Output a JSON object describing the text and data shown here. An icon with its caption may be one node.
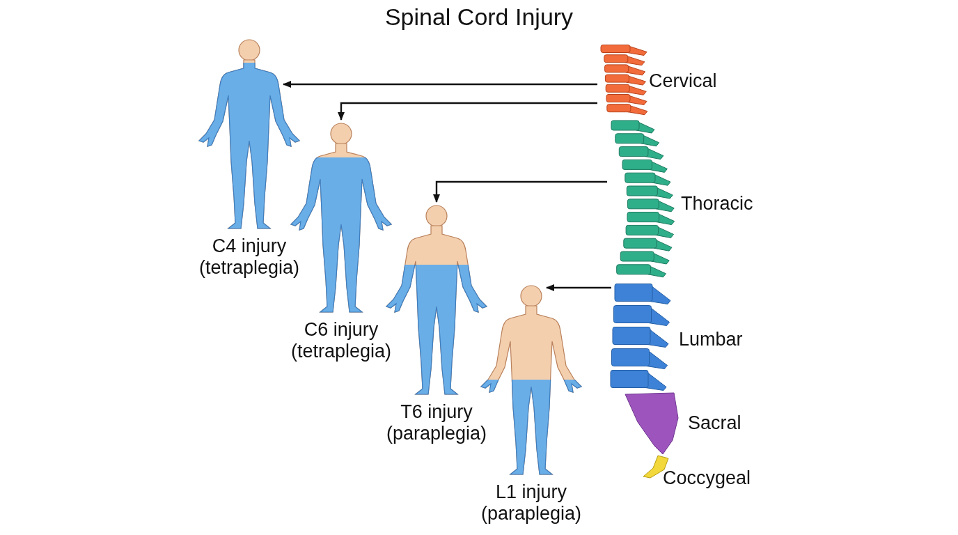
{
  "diagram": {
    "title": "Spinal Cord Injury",
    "nodes": [
      {
        "text": [
          "C4 injury (tetraplegia)"
        ]
      },
      {
        "text": [
          "C6 injury (tetraplegia)"
        ]
      },
      {
        "text": [
          "T6 injury (paraplegia)"
        ]
      },
      {
        "text": [
          "L1 injury (paraplegia)"
        ]
      },
      {
        "text": [
          "Cervical"
        ]
      },
      {
        "text": [
          "Thoracic"
        ]
      },
      {
        "text": [
          "Lumbar"
        ]
      },
      {
        "text": [
          "Sacral"
        ]
      },
      {
        "text": [
          "Coccygeal"
        ]
      }
    ],
    "edges": [
      {
        "from": 4,
        "to": 0,
        "arrow": "to"
      },
      {
        "from": 4,
        "to": 1,
        "arrow": "to"
      },
      {
        "from": 5,
        "to": 2,
        "arrow": "to"
      },
      {
        "from": 6,
        "to": 3,
        "arrow": "to"
      }
    ]
  }
}
